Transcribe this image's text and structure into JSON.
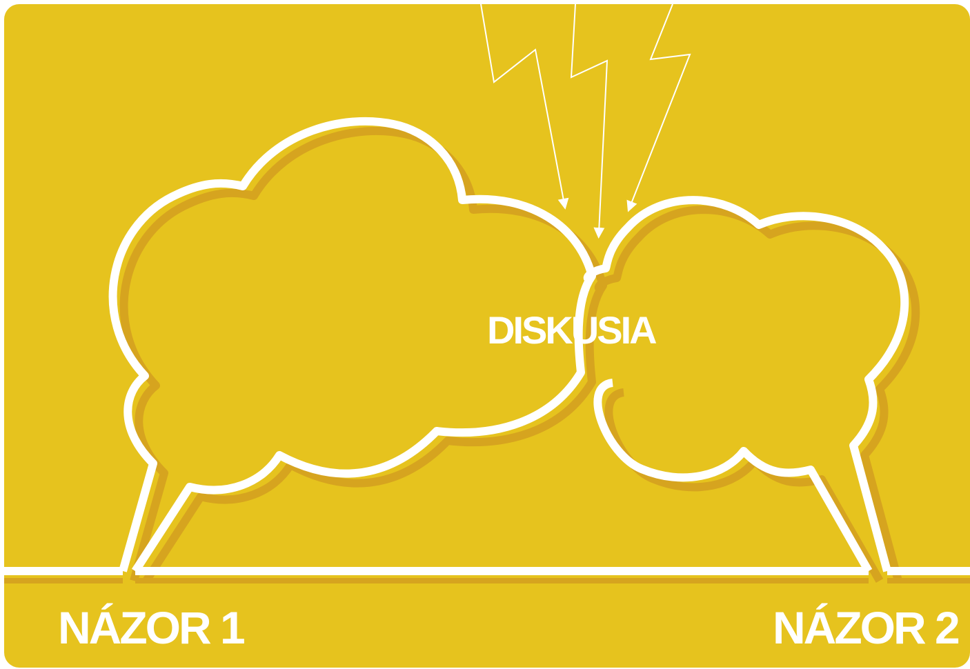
{
  "center_label": "DISKUSIA",
  "left_label": "NÁZOR 1",
  "right_label": "NÁZOR 2",
  "colors": {
    "background": "#e6c31e",
    "shadow": "#d6a41f",
    "outline": "#ffffff",
    "text": "#ffffff"
  },
  "icons": [
    "lightning-bolt-icon",
    "speech-cloud-icon"
  ]
}
